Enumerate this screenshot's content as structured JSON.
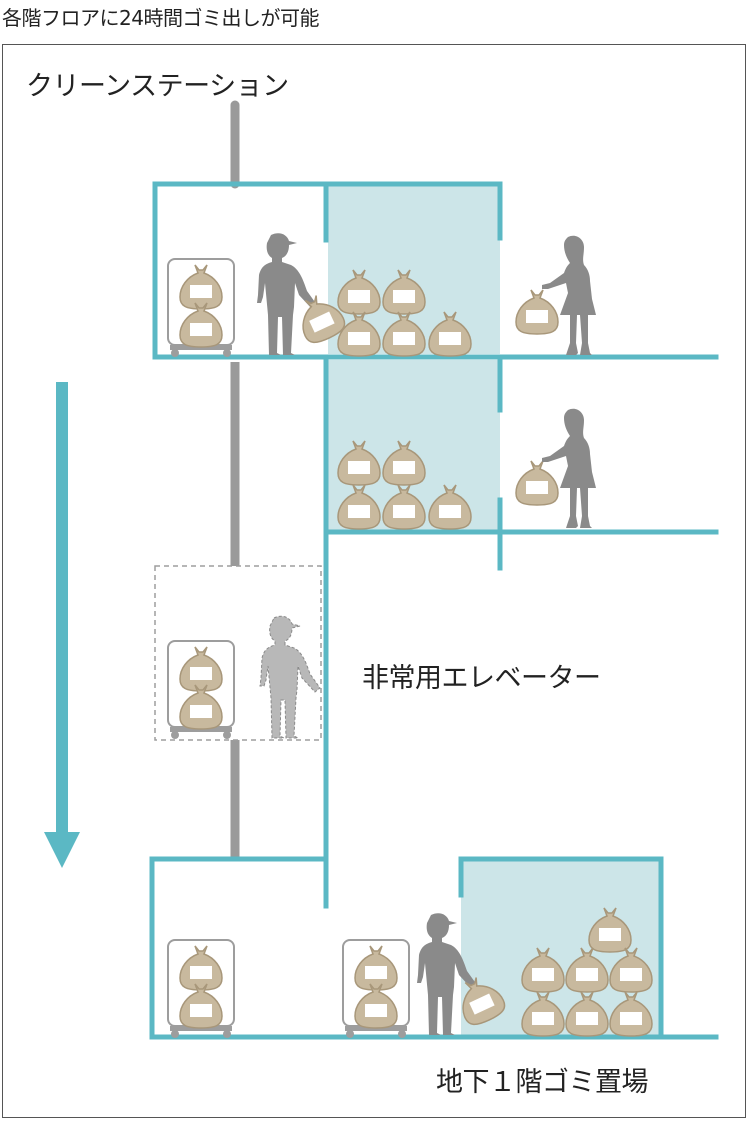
{
  "title": "各階フロアに24時間ゴミ出しが可能",
  "labels": {
    "clean_station": "クリーンステーション",
    "emergency_elevator": "非常用エレベーター",
    "basement_storage": "地下１階ゴミ置場"
  },
  "colors": {
    "wall": "#5bb8c4",
    "storage_fill": "#cce5e8",
    "shaft": "#9a9a9a",
    "person": "#8a8a8a",
    "person_ghost": "#b8b8b8",
    "bag": "#c8b99e",
    "bag_outline": "#a8977a",
    "bag_label": "#ffffff",
    "cart_outline": "#9d9d9d"
  },
  "icons": {
    "person": "worker-silhouette-icon",
    "resident": "woman-silhouette-icon",
    "bag": "garbage-bag-icon",
    "cart": "garbage-cart-icon",
    "arrow": "down-arrow-icon"
  }
}
